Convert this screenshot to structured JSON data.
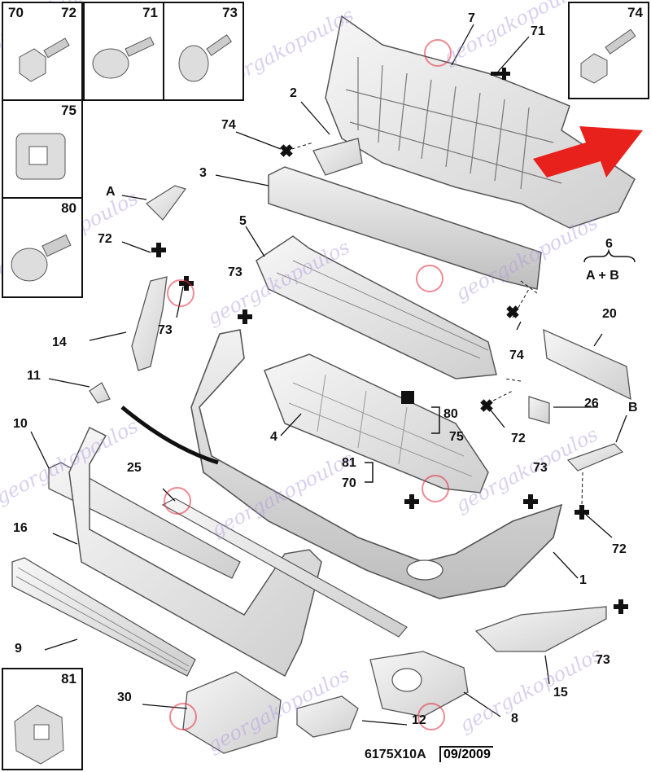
{
  "callouts": {
    "n70": "70",
    "n72": "72",
    "n71": "71",
    "n73": "73",
    "n74": "74",
    "n75": "75",
    "n80": "80",
    "n81": "81",
    "p7": "7",
    "p71": "71",
    "p2": "2",
    "p74a": "74",
    "p3": "3",
    "pA": "A",
    "p72a": "72",
    "p5": "5",
    "p73a": "73",
    "p73b": "73",
    "p14": "14",
    "p6": "6",
    "p6sub": "A + B",
    "p20": "20",
    "p74b": "74",
    "p11": "11",
    "p10": "10",
    "p4": "4",
    "p80": "80",
    "p75": "75",
    "p72b": "72",
    "p26": "26",
    "pB": "B",
    "p81": "81",
    "p70": "70",
    "p73c": "73",
    "p25": "25",
    "p16": "16",
    "p72c": "72",
    "p1": "1",
    "p9": "9",
    "p73d": "73",
    "p15": "15",
    "p30": "30",
    "p8": "8",
    "p12": "12"
  },
  "footer": {
    "ref": "6175X10A",
    "date": "09/2009"
  },
  "watermark": "georgakopoulos",
  "colors": {
    "part_fill": "#e8e8e8",
    "part_stroke": "#555555",
    "arrow": "#e8211d",
    "watermark": "#b7a3e0",
    "logo_red": "#e3283a"
  }
}
